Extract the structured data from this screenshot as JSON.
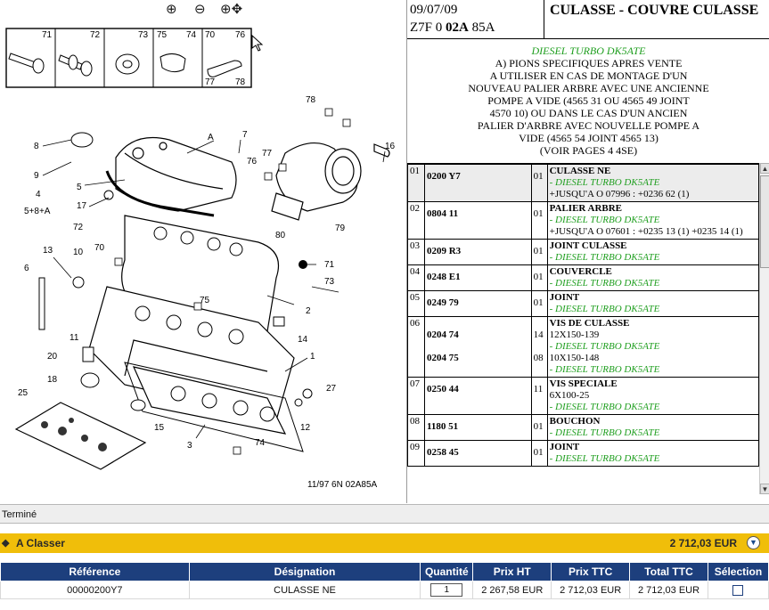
{
  "zoom_controls": {
    "zoom_in_icon": "zoom-in-icon",
    "zoom_out_icon": "zoom-out-icon",
    "pan_zoom_icon": "zoom-pan-icon"
  },
  "diagram": {
    "inset_labels": [
      "71",
      "72",
      "73",
      "75",
      "74",
      "70",
      "76",
      "77",
      "78"
    ],
    "callouts": [
      "A",
      "7",
      "8",
      "9",
      "5",
      "4",
      "5+8+A",
      "17",
      "72",
      "13",
      "10",
      "70",
      "6",
      "11",
      "20",
      "18",
      "25",
      "15",
      "3",
      "74",
      "12",
      "27",
      "1",
      "14",
      "2",
      "75",
      "73",
      "71",
      "80",
      "79",
      "76",
      "77",
      "78",
      "16"
    ],
    "footer_text": "11/97   6N 02A85A"
  },
  "header": {
    "date": "09/07/09",
    "code_prefix": "Z7F 0",
    "code_bold": "02A",
    "code_suffix": "85A",
    "title": "CULASSE - COUVRE CULASSE"
  },
  "notes": {
    "engine": "DIESEL TURBO DK5ATE",
    "lines": [
      "A) PIONS SPECIFIQUES APRES VENTE",
      "A UTILISER EN CAS DE MONTAGE D'UN",
      "NOUVEAU PALIER ARBRE AVEC UNE ANCIENNE",
      "POMPE A VIDE (4565 31 OU 4565 49 JOINT",
      "4570 10) OU DANS LE CAS D'UN ANCIEN",
      "PALIER D'ARBRE AVEC NOUVELLE POMPE A",
      "VIDE (4565 54 JOINT 4565 13)",
      "(VOIR PAGES 4 4SE)"
    ]
  },
  "parts_table": {
    "rows": [
      {
        "no": "01",
        "refs": [
          "0200 Y7"
        ],
        "qty": [
          "01"
        ],
        "name": "CULASSE NE",
        "lines": [
          {
            "t": "- DIESEL TURBO DK5ATE",
            "g": true
          },
          {
            "t": "+JUSQU'A O 07996 : +0236 62 (1)",
            "g": false
          }
        ]
      },
      {
        "no": "02",
        "refs": [
          "0804 11"
        ],
        "qty": [
          "01"
        ],
        "name": "PALIER ARBRE",
        "lines": [
          {
            "t": "- DIESEL TURBO DK5ATE",
            "g": true
          },
          {
            "t": "+JUSQU'A O 07601 : +0235 13 (1) +0235 14 (1)",
            "g": false
          }
        ]
      },
      {
        "no": "03",
        "refs": [
          "0209 R3"
        ],
        "qty": [
          "01"
        ],
        "name": "JOINT CULASSE",
        "lines": [
          {
            "t": "- DIESEL TURBO DK5ATE",
            "g": true
          }
        ]
      },
      {
        "no": "04",
        "refs": [
          "0248 E1"
        ],
        "qty": [
          "01"
        ],
        "name": "COUVERCLE",
        "lines": [
          {
            "t": "- DIESEL TURBO DK5ATE",
            "g": true
          }
        ]
      },
      {
        "no": "05",
        "refs": [
          "0249 79"
        ],
        "qty": [
          "01"
        ],
        "name": "JOINT",
        "lines": [
          {
            "t": "- DIESEL TURBO DK5ATE",
            "g": true
          }
        ]
      },
      {
        "no": "06",
        "refs": [
          "0204 74",
          "0204 75"
        ],
        "qty": [
          "14",
          "08"
        ],
        "name": "VIS DE CULASSE",
        "lines": [
          {
            "t": "12X150-139",
            "g": false
          },
          {
            "t": "- DIESEL TURBO DK5ATE",
            "g": true
          },
          {
            "t": "10X150-148",
            "g": false
          },
          {
            "t": "- DIESEL TURBO DK5ATE",
            "g": true
          }
        ]
      },
      {
        "no": "07",
        "refs": [
          "0250 44"
        ],
        "qty": [
          "11"
        ],
        "name": "VIS SPECIALE",
        "lines": [
          {
            "t": "6X100-25",
            "g": false
          },
          {
            "t": "- DIESEL TURBO DK5ATE",
            "g": true
          }
        ]
      },
      {
        "no": "08",
        "refs": [
          "1180 51"
        ],
        "qty": [
          "01"
        ],
        "name": "BOUCHON",
        "lines": [
          {
            "t": "- DIESEL TURBO DK5ATE",
            "g": true
          }
        ]
      },
      {
        "no": "09",
        "refs": [
          "0258 45"
        ],
        "qty": [
          "01"
        ],
        "name": "JOINT",
        "lines": [
          {
            "t": "- DIESEL TURBO DK5ATE",
            "g": true
          }
        ]
      }
    ]
  },
  "status_bar": {
    "text": "Terminé"
  },
  "cart": {
    "title": "A Classer",
    "total": "2 712,03 EUR",
    "columns": [
      "Référence",
      "Désignation",
      "Quantité",
      "Prix HT",
      "Prix TTC",
      "Total TTC",
      "Sélection"
    ],
    "rows": [
      {
        "reference": "00000200Y7",
        "designation": "CULASSE NE",
        "quantity": "1",
        "prix_ht": "2 267,58 EUR",
        "prix_ttc": "2 712,03 EUR",
        "total_ttc": "2 712,03 EUR"
      }
    ]
  },
  "colors": {
    "accent_blue": "#1d3f7d",
    "cart_bar": "#f0be0a",
    "engine_text": "#1e9e1e"
  }
}
